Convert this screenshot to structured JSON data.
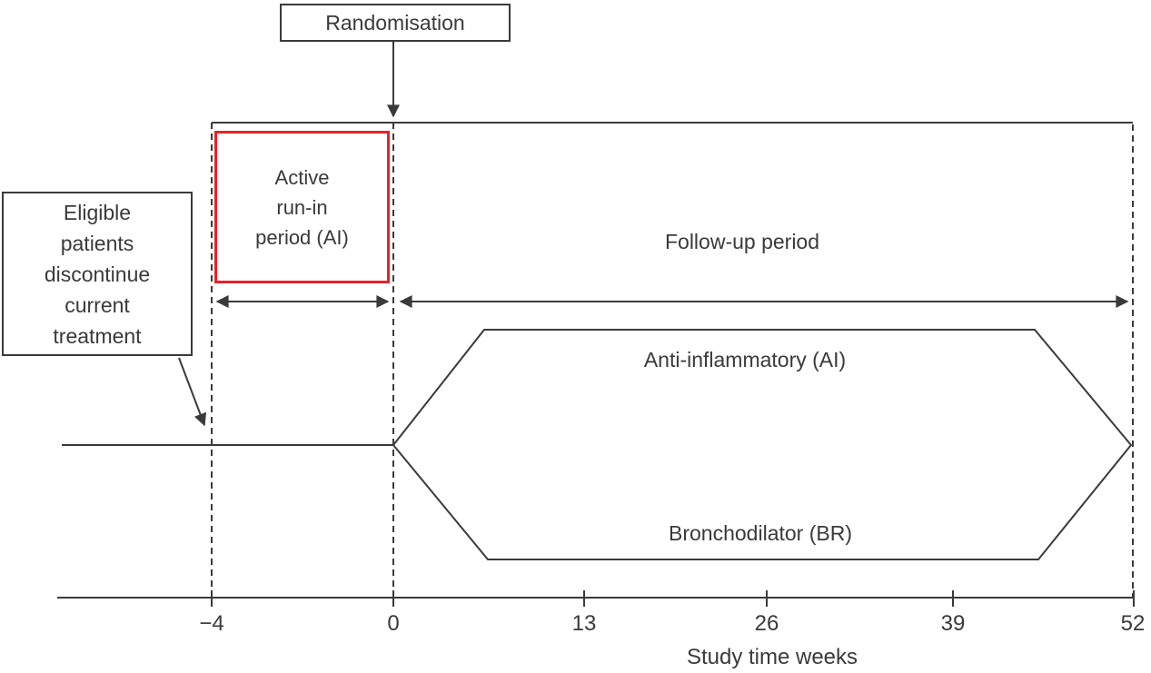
{
  "colors": {
    "ink": "#3a3a3a",
    "highlight_red": "#ea2127",
    "background": "#ffffff"
  },
  "randomisation": {
    "label": "Randomisation"
  },
  "eligible": {
    "lines": [
      "Eligible",
      "patients",
      "discontinue",
      "current",
      "treatment"
    ]
  },
  "run_in": {
    "lines": [
      "Active",
      "run-in",
      "period (AI)"
    ]
  },
  "follow_up": {
    "label": "Follow-up period"
  },
  "arms": {
    "anti_inflammatory": "Anti-inflammatory (AI)",
    "bronchodilator": "Bronchodilator (BR)"
  },
  "axis": {
    "title": "Study time weeks",
    "ticks": [
      "−4",
      "0",
      "13",
      "26",
      "39",
      "52"
    ]
  }
}
